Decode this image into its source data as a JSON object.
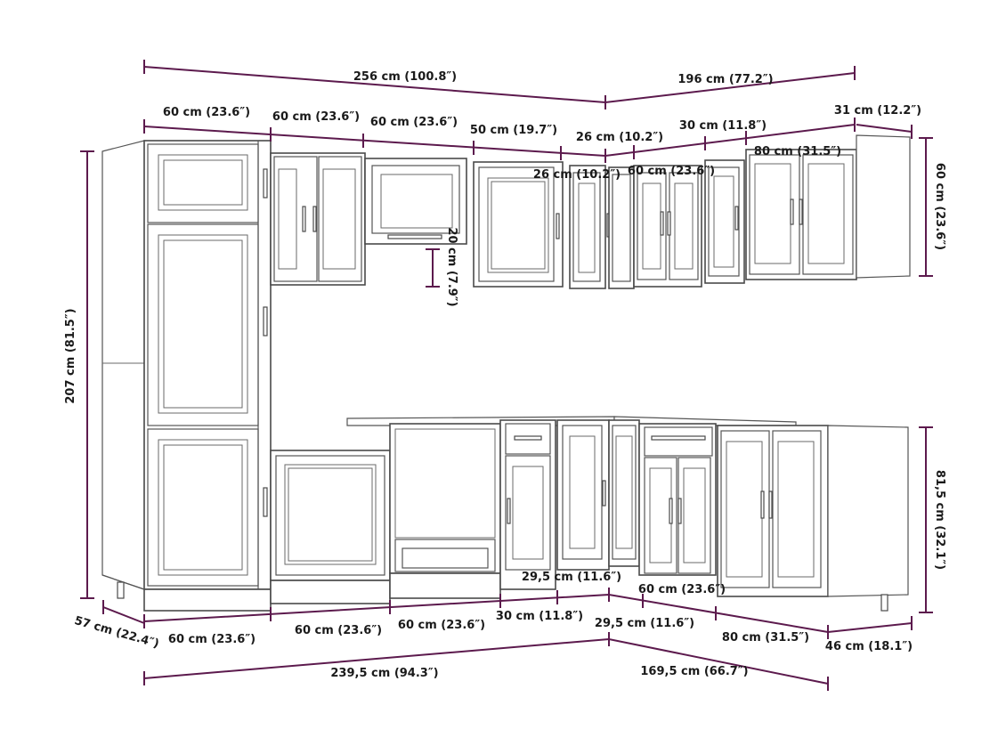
{
  "colors": {
    "dimension_line": "#5c1a4d",
    "outline": "#4a4a4a",
    "label": "#1a1a1a"
  },
  "dimensions": {
    "top_total_left": "256 cm (100.8″)",
    "top_total_right": "196 cm (77.2″)",
    "wall_1": "60 cm (23.6″)",
    "wall_2": "60 cm (23.6″)",
    "wall_3": "60 cm (23.6″)",
    "wall_4": "50 cm (19.7″)",
    "wall_5": "26 cm (10.2″)",
    "wall_6": "30 cm (11.8″)",
    "wall_7": "31 cm (12.2″)",
    "wall_corner_26": "26 cm (10.2″)",
    "wall_corner_60": "60 cm (23.6″)",
    "wall_80": "80 cm (31.5″)",
    "wall_height": "60 cm (23.6″)",
    "hood_gap": "20 cm (7.9″)",
    "tall_height": "207 cm (81.5″)",
    "base_height": "81,5 cm (32.1″)",
    "depth_left": "57 cm (22.4″)",
    "depth_right": "46 cm (18.1″)",
    "base_1": "60 cm (23.6″)",
    "base_2": "60 cm (23.6″)",
    "base_3": "60 cm (23.6″)",
    "base_4": "30 cm (11.8″)",
    "base_corner_a": "29,5 cm (11.6″)",
    "base_corner_b": "29,5 cm (11.6″)",
    "base_corner_60": "60 cm (23.6″)",
    "base_80": "80 cm (31.5″)",
    "bottom_total_left": "239,5 cm (94.3″)",
    "bottom_total_right": "169,5 cm (66.7″)"
  }
}
